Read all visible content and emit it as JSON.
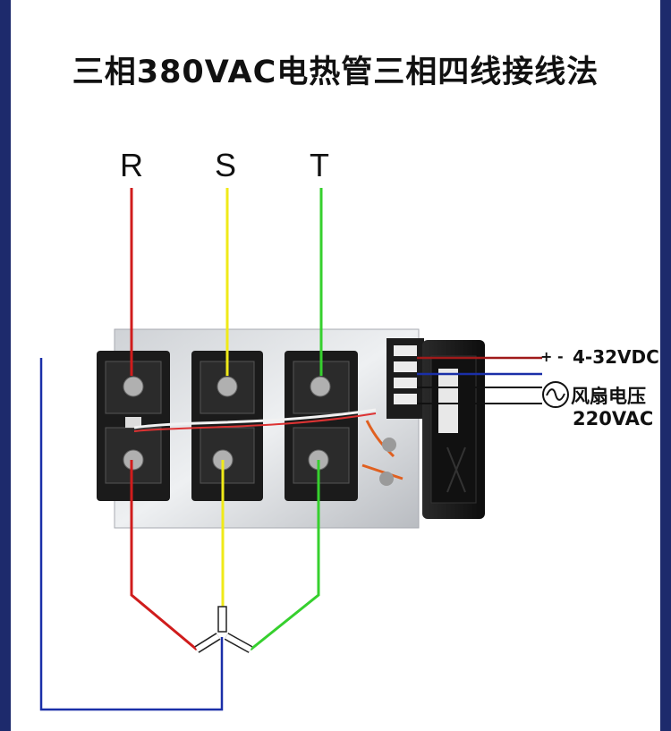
{
  "title": "三相380VAC电热管三相四线接线法",
  "phases": {
    "r": "R",
    "s": "S",
    "t": "T"
  },
  "control": {
    "polarity": "+ -",
    "voltage": "4-32VDC"
  },
  "fan": {
    "label": "风扇电压",
    "voltage": "220VAC"
  },
  "colors": {
    "phase_r": "#d01c1c",
    "phase_s": "#f0ea18",
    "phase_t": "#36d02e",
    "neutral": "#1a2fa8",
    "frame": "#1d2a6c"
  },
  "icons": [
    "ac-sine-icon"
  ]
}
